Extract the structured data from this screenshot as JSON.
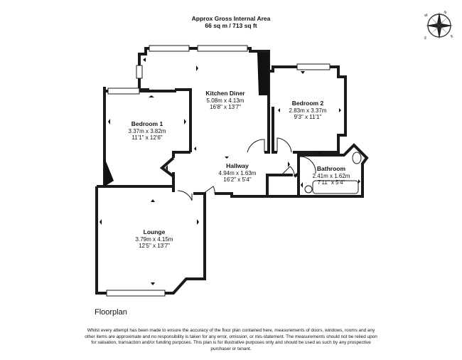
{
  "header": {
    "title": "Approx Gross Internal Area",
    "area": "66 sq m / 713 sq ft"
  },
  "compass": {
    "icon": "compass-rose-icon",
    "labels": [
      "N",
      "E",
      "S",
      "W"
    ]
  },
  "rooms": {
    "kitchen": {
      "name": "Kitchen Diner",
      "metric": "5.08m x 4.13m",
      "imperial": "16'8\" x 13'7\""
    },
    "bedroom1": {
      "name": "Bedroom 1",
      "metric": "3.37m x 3.82m",
      "imperial": "11'1\" x 12'6\""
    },
    "bedroom2": {
      "name": "Bedroom 2",
      "metric": "2.83m x 3.37m",
      "imperial": "9'3\" x 11'1\""
    },
    "hallway": {
      "name": "Hallway",
      "metric": "4.94m x 1.63m",
      "imperial": "16'2\" x 5'4\""
    },
    "bathroom": {
      "name": "Bathroom",
      "metric": "2.41m x 1.62m",
      "imperial": "7'11\" x 5'4\""
    },
    "lounge": {
      "name": "Lounge",
      "metric": "3.79m x 4.15m",
      "imperial": "12'5\" x 13'7\""
    }
  },
  "floor_label": "Floorplan",
  "disclaimer": "Whilst every attempt has been made to ensure the accuracy of the floor plan contained here, measurements of doors, windows, rooms and any other items are approximate and no responsibility is taken for any error, omission, or mis-statement. The measurements should not be relied upon for valuation, transaction and/or funding purposes. This plan is for illustrative purposes only and should be used as such by any prospective purchaser or tenant.",
  "colors": {
    "wall": "#1a1a1a",
    "window": "#ffffff",
    "background": "#ffffff"
  }
}
